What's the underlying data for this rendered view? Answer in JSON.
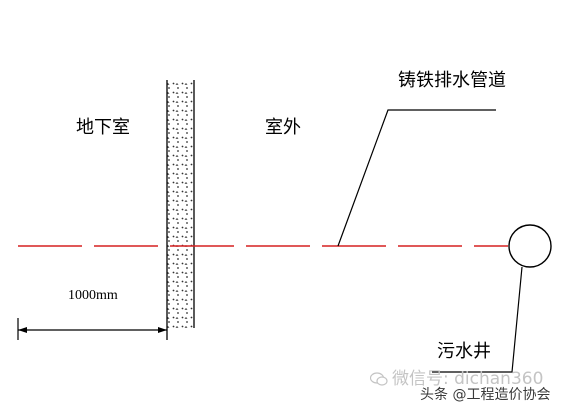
{
  "labels": {
    "basement": "地下室",
    "outdoor": "室外",
    "pipe": "铸铁排水管道",
    "dimension": "1000mm",
    "well": "污水井"
  },
  "watermarks": {
    "wechat": "微信号: dichan360",
    "toutiao": "头条 @工程造价协会"
  },
  "colors": {
    "pipe": "#d62020",
    "lines": "#000000",
    "background": "#ffffff",
    "watermark_light": "#c4c4c4"
  }
}
